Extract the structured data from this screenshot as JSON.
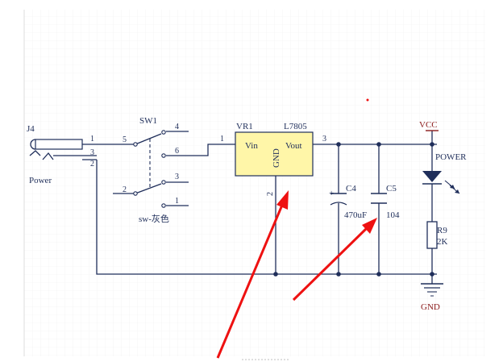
{
  "schematic": {
    "connector": {
      "ref": "J4",
      "value": "Power",
      "pins": [
        "1",
        "3",
        "2"
      ]
    },
    "switch": {
      "ref": "SW1",
      "value": "sw-灰色",
      "pins": [
        "5",
        "4",
        "6",
        "2",
        "3",
        "1"
      ]
    },
    "regulator": {
      "ref": "VR1",
      "value": "L7805",
      "in_label": "Vin",
      "out_label": "Vout",
      "gnd_label": "GND",
      "pin_in": "1",
      "pin_out": "3",
      "pin_gnd": "2"
    },
    "cap1": {
      "ref": "C4",
      "value": "470uF",
      "polarity": "+"
    },
    "cap2": {
      "ref": "C5",
      "value": "104"
    },
    "led": {
      "value": "POWER"
    },
    "resistor": {
      "ref": "R9",
      "value": "2K"
    },
    "vcc_label": "VCC",
    "gnd_label": "GND"
  },
  "colors": {
    "wire": "#1f2e5a",
    "component_fill": "#fff6a8",
    "arrow": "#ee1111",
    "grid": "#eaeaea",
    "power_port": "#8b1a1a"
  }
}
